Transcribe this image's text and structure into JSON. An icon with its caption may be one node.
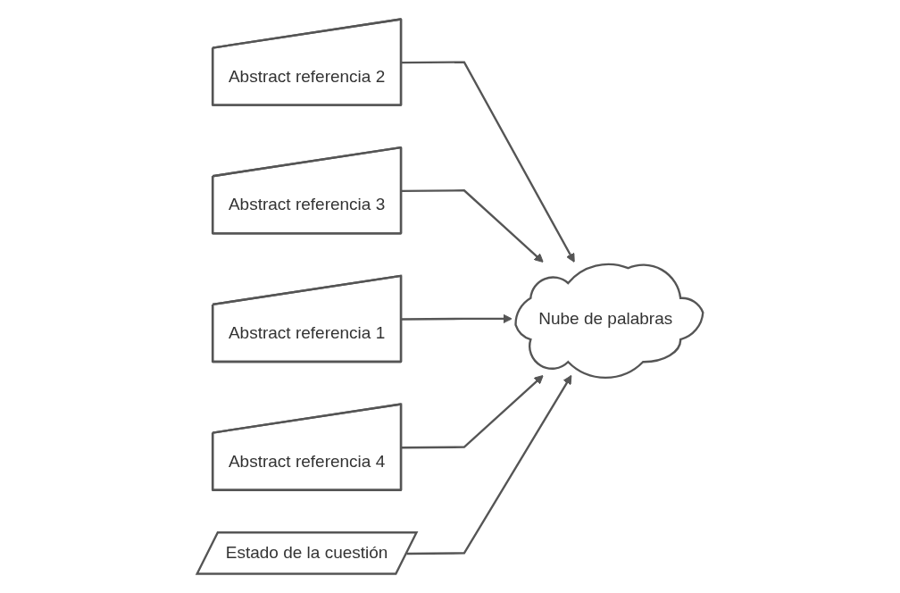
{
  "diagram": {
    "nodes": [
      {
        "text": [
          "Abstract referencia 2"
        ]
      },
      {
        "text": [
          "Abstract referencia 3"
        ]
      },
      {
        "text": [
          "Abstract referencia 1"
        ]
      },
      {
        "text": [
          "Nube de palabras"
        ]
      },
      {
        "text": [
          "Abstract referencia 4"
        ]
      },
      {
        "text": [
          "Estado de la cuestión"
        ]
      }
    ],
    "edges": [
      {
        "from": 0,
        "to": 3,
        "arrow": "to"
      },
      {
        "from": 1,
        "to": 3,
        "arrow": "to"
      },
      {
        "from": 2,
        "to": 3,
        "arrow": "to"
      },
      {
        "from": 4,
        "to": 3,
        "arrow": "to"
      },
      {
        "from": 5,
        "to": 3,
        "arrow": "to"
      }
    ]
  }
}
